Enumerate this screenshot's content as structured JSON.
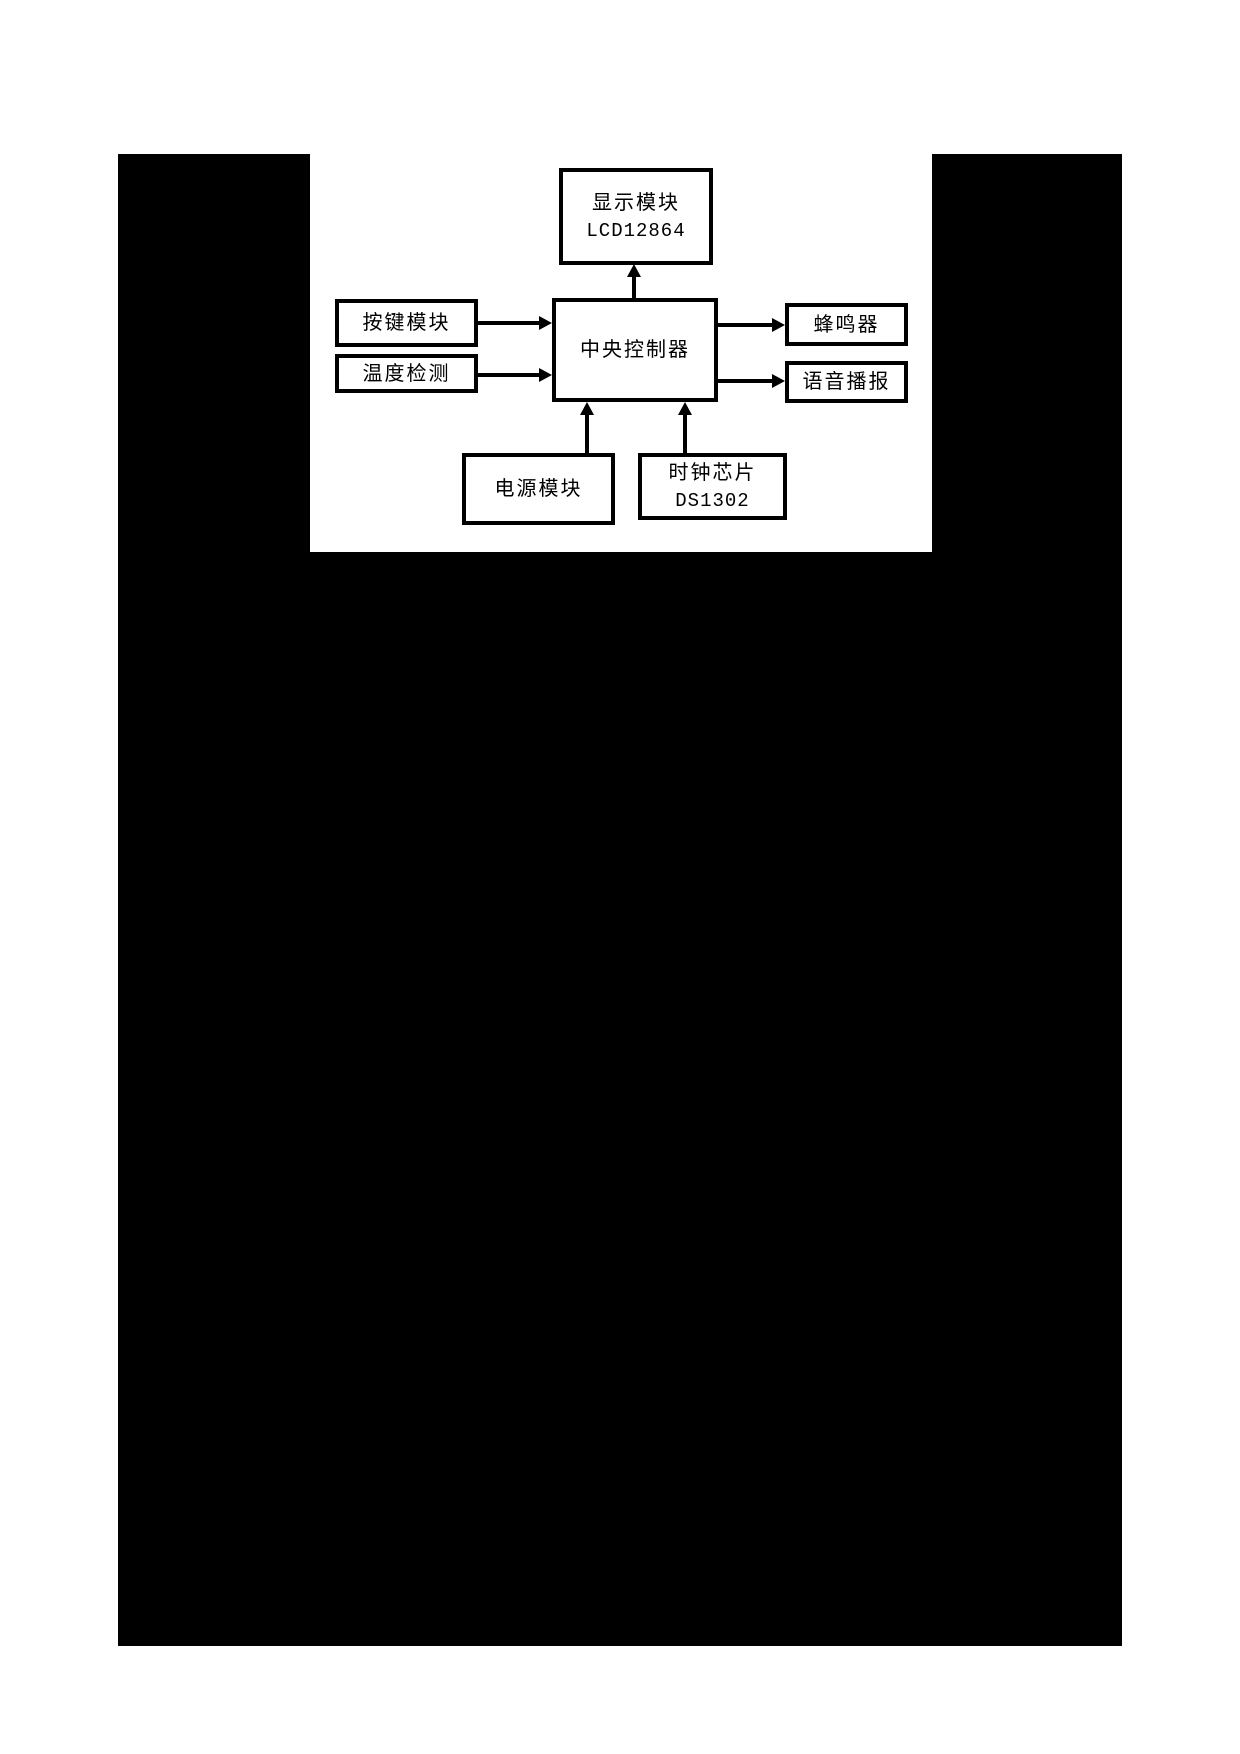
{
  "diagram": {
    "nodes": {
      "display": {
        "line1": "显示模块",
        "line2": "LCD12864"
      },
      "keypad": {
        "label": "按键模块"
      },
      "temperature": {
        "label": "温度检测"
      },
      "controller": {
        "label": "中央控制器"
      },
      "buzzer": {
        "label": "蜂鸣器"
      },
      "voice": {
        "label": "语音播报"
      },
      "power": {
        "label": "电源模块"
      },
      "clock": {
        "line1": "时钟芯片",
        "line2": "DS1302"
      }
    },
    "edges": [
      {
        "from": "keypad",
        "to": "controller",
        "direction": "right"
      },
      {
        "from": "temperature",
        "to": "controller",
        "direction": "right"
      },
      {
        "from": "controller",
        "to": "display",
        "direction": "up"
      },
      {
        "from": "controller",
        "to": "buzzer",
        "direction": "right"
      },
      {
        "from": "controller",
        "to": "voice",
        "direction": "right"
      },
      {
        "from": "power",
        "to": "controller",
        "direction": "up"
      },
      {
        "from": "clock",
        "to": "controller",
        "direction": "up"
      }
    ],
    "colors": {
      "line": "#000000",
      "box_background": "#ffffff",
      "page_background": "#ffffff",
      "mask": "#000000"
    }
  }
}
